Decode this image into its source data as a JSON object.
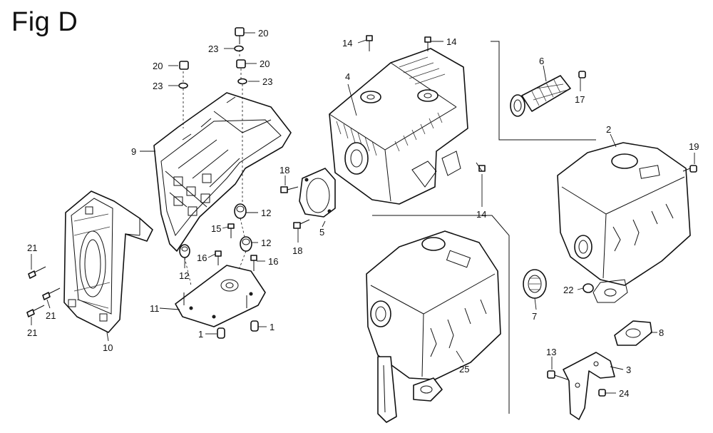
{
  "figure": {
    "title": "Fig D"
  },
  "callouts": [
    {
      "id": "c20a",
      "label": "20"
    },
    {
      "id": "c23a",
      "label": "23"
    },
    {
      "id": "c20b",
      "label": "20"
    },
    {
      "id": "c23b",
      "label": "23"
    },
    {
      "id": "c20c",
      "label": "20"
    },
    {
      "id": "c23c",
      "label": "23"
    },
    {
      "id": "c9",
      "label": "9"
    },
    {
      "id": "c14a",
      "label": "14"
    },
    {
      "id": "c14b",
      "label": "14"
    },
    {
      "id": "c4",
      "label": "4"
    },
    {
      "id": "c6",
      "label": "6"
    },
    {
      "id": "c17",
      "label": "17"
    },
    {
      "id": "c2",
      "label": "2"
    },
    {
      "id": "c19",
      "label": "19"
    },
    {
      "id": "c18a",
      "label": "18"
    },
    {
      "id": "c18b",
      "label": "18"
    },
    {
      "id": "c5",
      "label": "5"
    },
    {
      "id": "c14c",
      "label": "14"
    },
    {
      "id": "c12a",
      "label": "12"
    },
    {
      "id": "c12b",
      "label": "12"
    },
    {
      "id": "c12c",
      "label": "12"
    },
    {
      "id": "c15",
      "label": "15"
    },
    {
      "id": "c16a",
      "label": "16"
    },
    {
      "id": "c16b",
      "label": "16"
    },
    {
      "id": "c21a",
      "label": "21"
    },
    {
      "id": "c21b",
      "label": "21"
    },
    {
      "id": "c21c",
      "label": "21"
    },
    {
      "id": "c11",
      "label": "11"
    },
    {
      "id": "c1a",
      "label": "1"
    },
    {
      "id": "c1b",
      "label": "1"
    },
    {
      "id": "c10",
      "label": "10"
    },
    {
      "id": "c25",
      "label": "25"
    },
    {
      "id": "c7",
      "label": "7"
    },
    {
      "id": "c22",
      "label": "22"
    },
    {
      "id": "c8",
      "label": "8"
    },
    {
      "id": "c13",
      "label": "13"
    },
    {
      "id": "c3",
      "label": "3"
    },
    {
      "id": "c24",
      "label": "24"
    }
  ]
}
